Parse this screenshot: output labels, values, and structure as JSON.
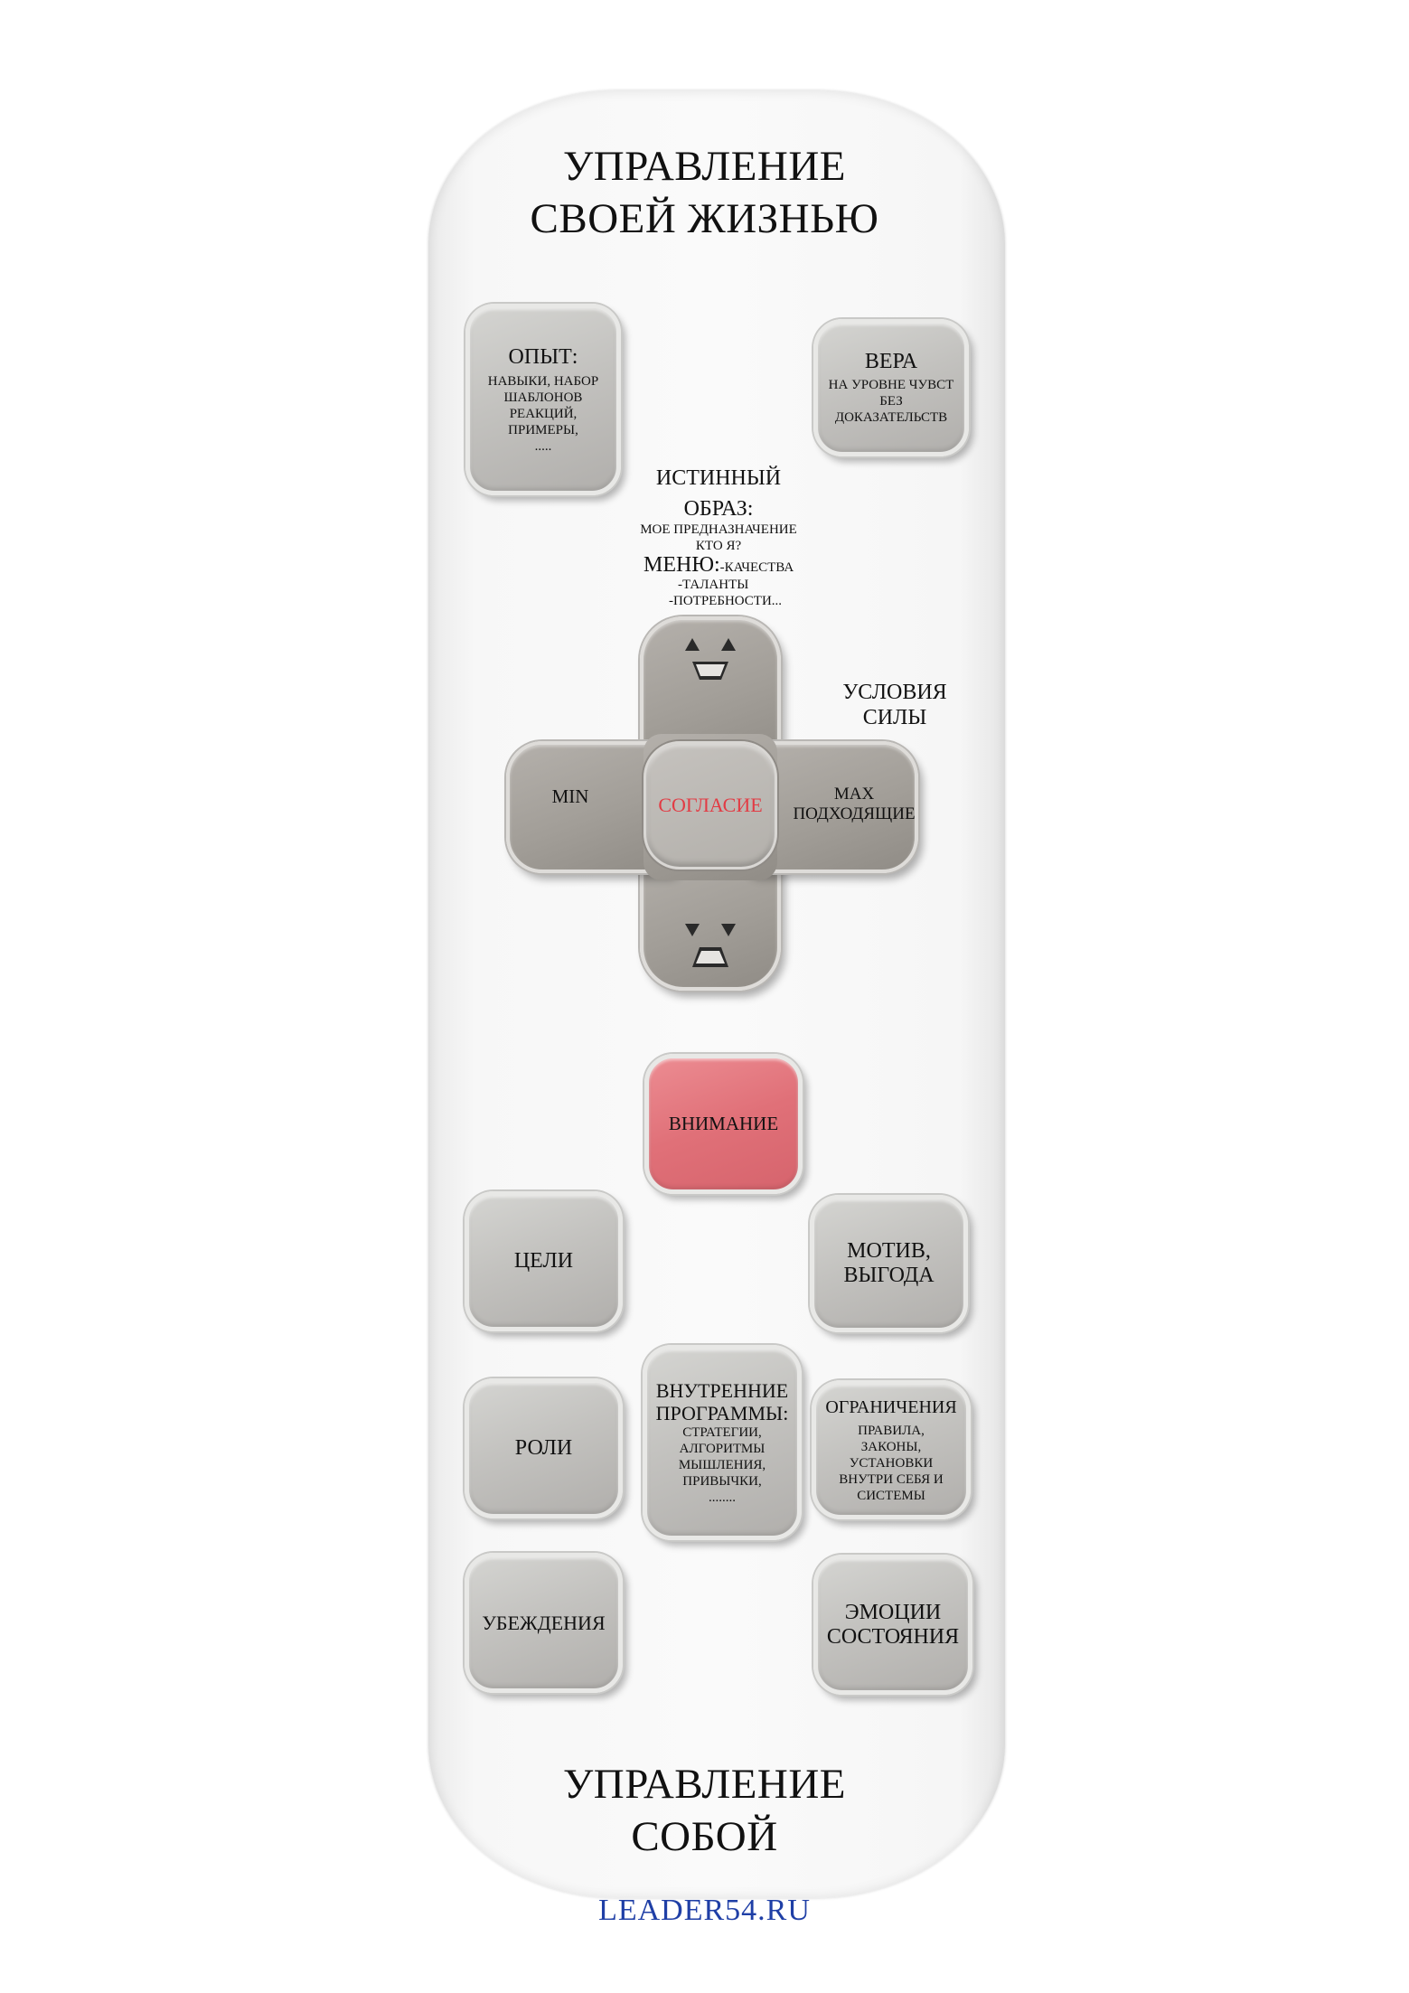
{
  "title_top": {
    "line1": "УПРАВЛЕНИЕ",
    "line2": "СВОЕЙ ЖИЗНЬЮ"
  },
  "title_bottom": {
    "line1": "УПРАВЛЕНИЕ",
    "line2": "СОБОЙ"
  },
  "brand": "LEADER54.RU",
  "buttons": {
    "experience": {
      "title": "ОПЫТ:",
      "lines": [
        "НАВЫКИ, НАБОР",
        "ШАБЛОНОВ",
        "РЕАКЦИЙ,",
        "ПРИМЕРЫ,",
        "....."
      ]
    },
    "faith": {
      "title": "ВЕРА",
      "lines": [
        "НА УРОВНЕ ЧУВСТ",
        "БЕЗ",
        "ДОКАЗАТЕЛЬСТВ"
      ]
    },
    "attention": {
      "title": "ВНИМАНИЕ"
    },
    "goals": {
      "title": "ЦЕЛИ"
    },
    "motive": {
      "line1": "МОТИВ,",
      "line2": "ВЫГОДА"
    },
    "roles": {
      "title": "РОЛИ"
    },
    "programs": {
      "line1": "ВНУТРЕННИЕ",
      "line2": "ПРОГРАММЫ:",
      "lines": [
        "СТРАТЕГИИ,",
        "АЛГОРИТМЫ",
        "МЫШЛЕНИЯ,",
        "ПРИВЫЧКИ,",
        "........"
      ]
    },
    "limits": {
      "title": "ОГРАНИЧЕНИЯ",
      "lines": [
        "ПРАВИЛА,",
        "ЗАКОНЫ,",
        "УСТАНОВКИ",
        "ВНУТРИ СЕБЯ И",
        "СИСТЕМЫ"
      ]
    },
    "beliefs": {
      "title": "УБЕЖДЕНИЯ"
    },
    "emotions": {
      "line1": "ЭМОЦИИ",
      "line2": "СОСТОЯНИЯ"
    }
  },
  "true_image": {
    "line1": "ИСТИННЫЙ",
    "line2": "ОБРАЗ:",
    "sub1": "МОЕ ПРЕДНАЗНАЧЕНИЕ",
    "sub2": "КТО Я?",
    "menu_label": "МЕНЮ:",
    "menu_items": [
      "-КАЧЕСТВА",
      "-ТАЛАНТЫ",
      "-ПОТРЕБНОСТИ..."
    ]
  },
  "power_conditions": {
    "line1": "УСЛОВИЯ",
    "line2": "СИЛЫ"
  },
  "dpad": {
    "center": "СОГЛАСИЕ",
    "left": "MIN",
    "right_line1": "MAX",
    "right_line2": "ПОДХОДЯЩИЕ"
  },
  "colors": {
    "attention": "#e07078",
    "center_text": "#e23b44",
    "brand": "#1f3fa6"
  }
}
